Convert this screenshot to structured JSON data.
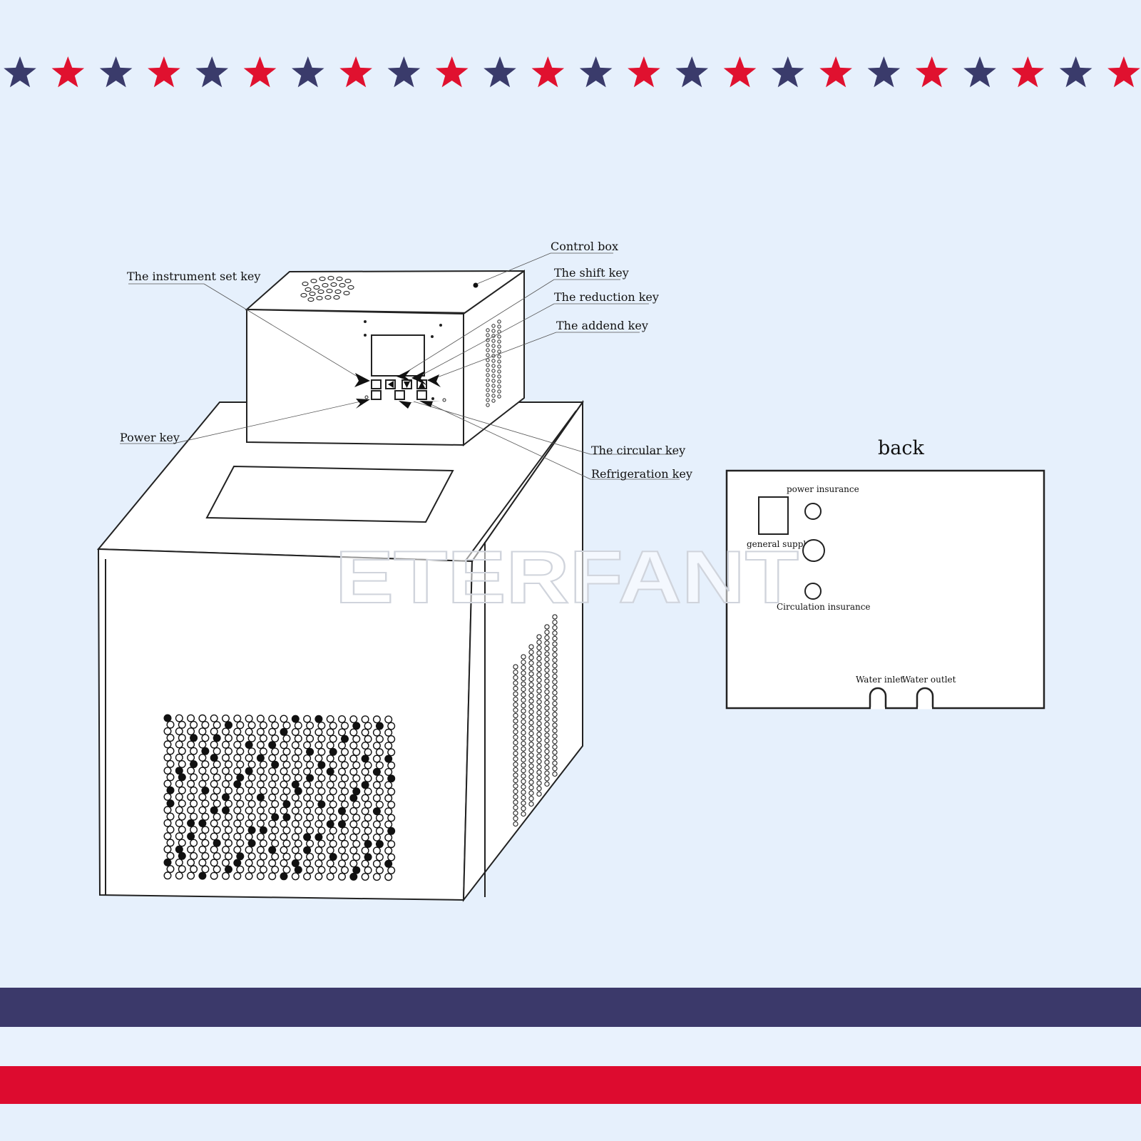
{
  "colors": {
    "background": "#e6f0fc",
    "star_navy": "#3a3b6b",
    "star_red": "#e0112f",
    "band_navy": "#3b396a",
    "band_red": "#dd0b2f",
    "band_light": "#e9f2fd"
  },
  "decor": {
    "star_row_count": 24,
    "star_pattern": [
      "navy",
      "red"
    ]
  },
  "labels": {
    "control_box": "Control box",
    "instrument_set_key": "The instrument set key",
    "shift_key": "The shift key",
    "reduction_key": "The reduction key",
    "addend_key": "The addend key",
    "power_key": "Power key",
    "circular_key": "The circular key",
    "refrigeration_key": "Refrigeration key"
  },
  "back_panel": {
    "title": "back",
    "power_insurance": "power insurance",
    "general_supply": "general supply",
    "circulation_insurance": "Circulation  insurance",
    "water_inlet": "Water inlet",
    "water_outlet": "Water outlet"
  },
  "watermark": "ETERFANT"
}
